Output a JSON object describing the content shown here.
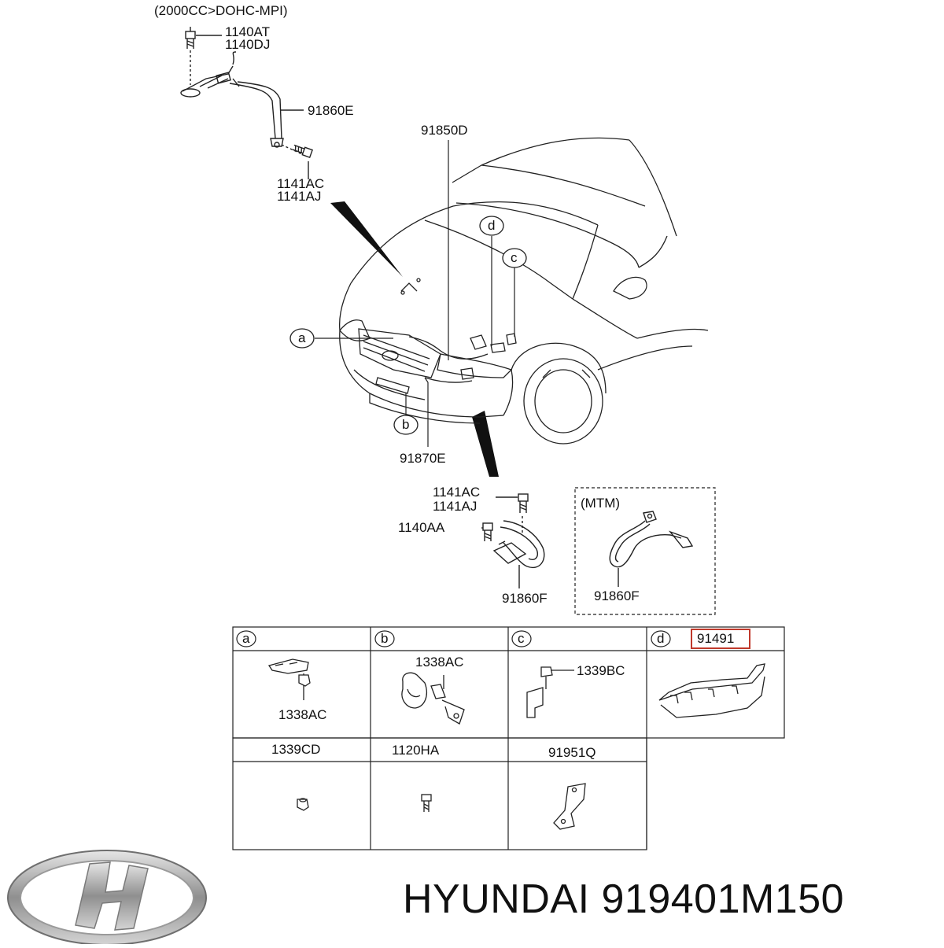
{
  "brand": {
    "name": "HYUNDAI 919401M150"
  },
  "labels": {
    "engine_variant": "(2000CC>DOHC-MPI)",
    "bolt_top_1": "1140AT",
    "bolt_top_2": "1140DJ",
    "cable_top": "91860E",
    "harness_main": "91850D",
    "bolt_mid_1": "1141AC",
    "bolt_mid_2": "1141AJ",
    "callout_a": "a",
    "callout_b": "b",
    "callout_c": "c",
    "callout_d": "d",
    "harness_front": "91870E",
    "bolt_low_1": "1141AC",
    "bolt_low_2": "1141AJ",
    "bolt_low_3": "1140AA",
    "cable_low": "91860F",
    "mtm_title": "(MTM)",
    "mtm_cable": "91860F"
  },
  "table": {
    "cells": [
      {
        "key": "a",
        "parts": [
          "1338AC"
        ]
      },
      {
        "key": "b",
        "parts": [
          "1338AC"
        ]
      },
      {
        "key": "c",
        "parts": [
          "1339BC"
        ]
      },
      {
        "key": "d",
        "parts": [
          "91491"
        ]
      }
    ],
    "row2": [
      "1339CD",
      "1120HA",
      "91951Q"
    ]
  },
  "colors": {
    "line": "#222222",
    "highlight_box": "#c0392b",
    "logo_silver": "#9a9a9a"
  },
  "icons": [
    "hyundai-logo-icon",
    "bolt-icon",
    "nut-icon",
    "clip-icon",
    "bracket-icon",
    "battery-cable-icon",
    "car-front-icon"
  ]
}
